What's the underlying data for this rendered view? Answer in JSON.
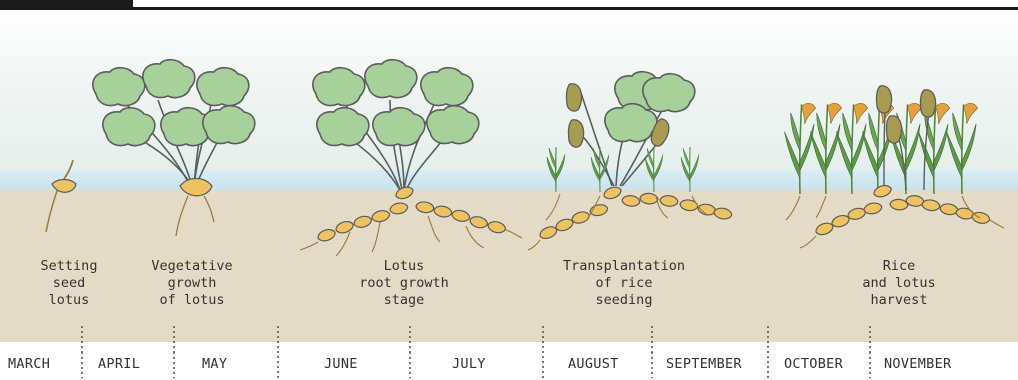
{
  "stages": [
    {
      "label": "Setting\nseed\nlotus"
    },
    {
      "label": "Vegetative\ngrowth\nof lotus"
    },
    {
      "label": "Lotus\nroot growth\nstage"
    },
    {
      "label": "Transplantation\nof rice\nseeding"
    },
    {
      "label": "Rice\nand lotus\nharvest"
    }
  ],
  "months": [
    "MARCH",
    "APRIL",
    "MAY",
    "JUNE",
    "JULY",
    "AUGUST",
    "SEPTEMBER",
    "OCTOBER",
    "NOVEMBER"
  ],
  "colors": {
    "sky": "#eaf1ee",
    "water": "#d4e9f0",
    "soil": "#e4dbc6",
    "leaf": "#a6d19b",
    "leaf_outline": "#5c5c5c",
    "root": "#eec260",
    "rice": "#5e9a4a",
    "rice_ear": "#e3a241",
    "seed_pod": "#a99c52",
    "tick": "#555555"
  }
}
